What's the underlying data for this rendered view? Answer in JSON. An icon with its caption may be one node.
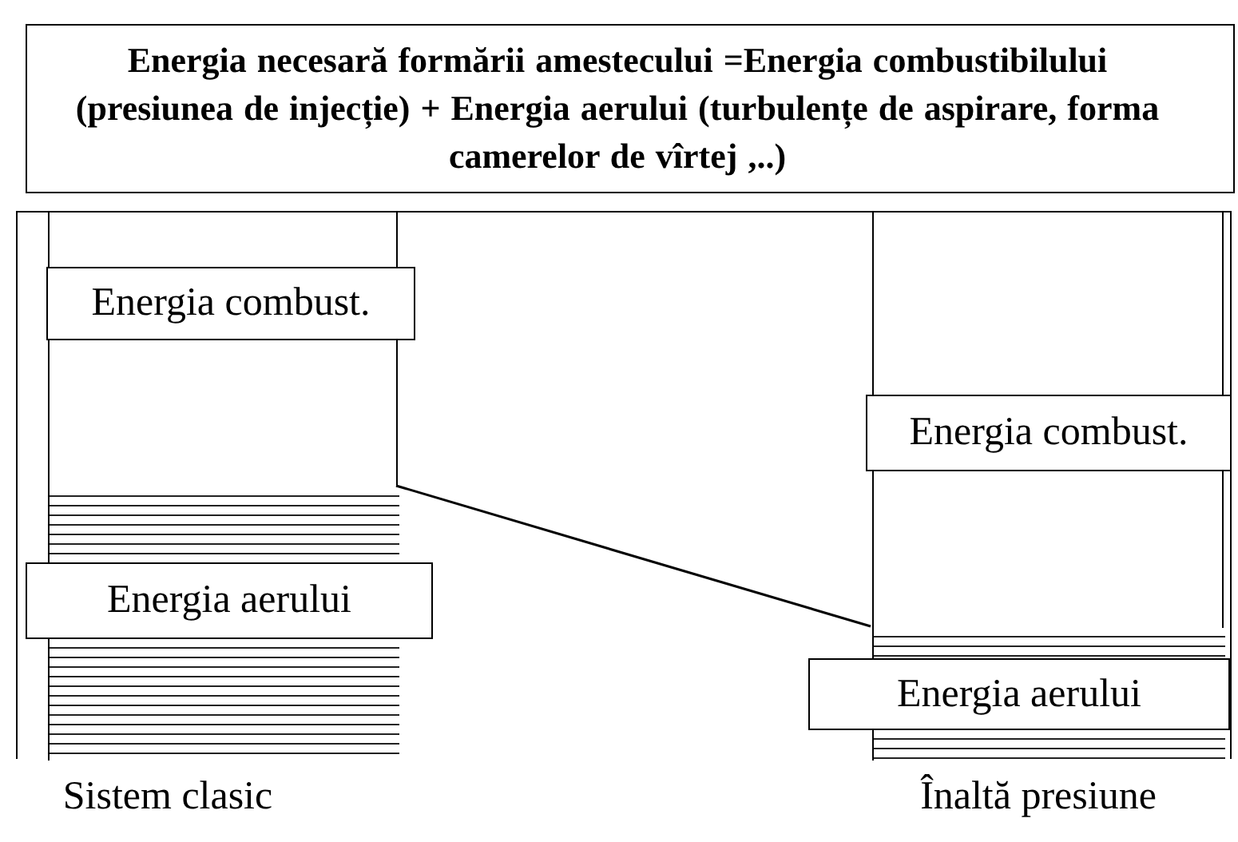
{
  "diagram": {
    "nodes": [
      {
        "text": [
          "Energia necesară formării amestecului =Energia combustibilului (presiunea de injecție) + Energia aerului (turbulențe de aspirare, forma camerelor de vîrtej ,..)"
        ]
      },
      {
        "text": [],
        "shape": "box"
      },
      {
        "text": [],
        "shape": "bar",
        "in": 1,
        "beside": [
          "Sistem clasic"
        ]
      },
      {
        "text": [],
        "shape": "bar",
        "in": 2
      },
      {
        "text": [],
        "shape": "bar",
        "in": 2
      },
      {
        "text": [
          "Energia combust."
        ],
        "in": 2
      },
      {
        "text": [
          "Energia aerului"
        ],
        "in": 1
      },
      {
        "text": [],
        "shape": "bar",
        "in": 1,
        "beside": [
          "Înaltă presiune"
        ]
      },
      {
        "text": [],
        "shape": "bar",
        "in": 7
      },
      {
        "text": [],
        "shape": "bar",
        "in": 7
      },
      {
        "text": [
          "Energia combust."
        ],
        "in": 7
      },
      {
        "text": [
          "Energia aerului"
        ],
        "in": 1
      }
    ],
    "edges": [
      {
        "from": 3,
        "to": 8,
        "arrow": "none"
      }
    ]
  }
}
